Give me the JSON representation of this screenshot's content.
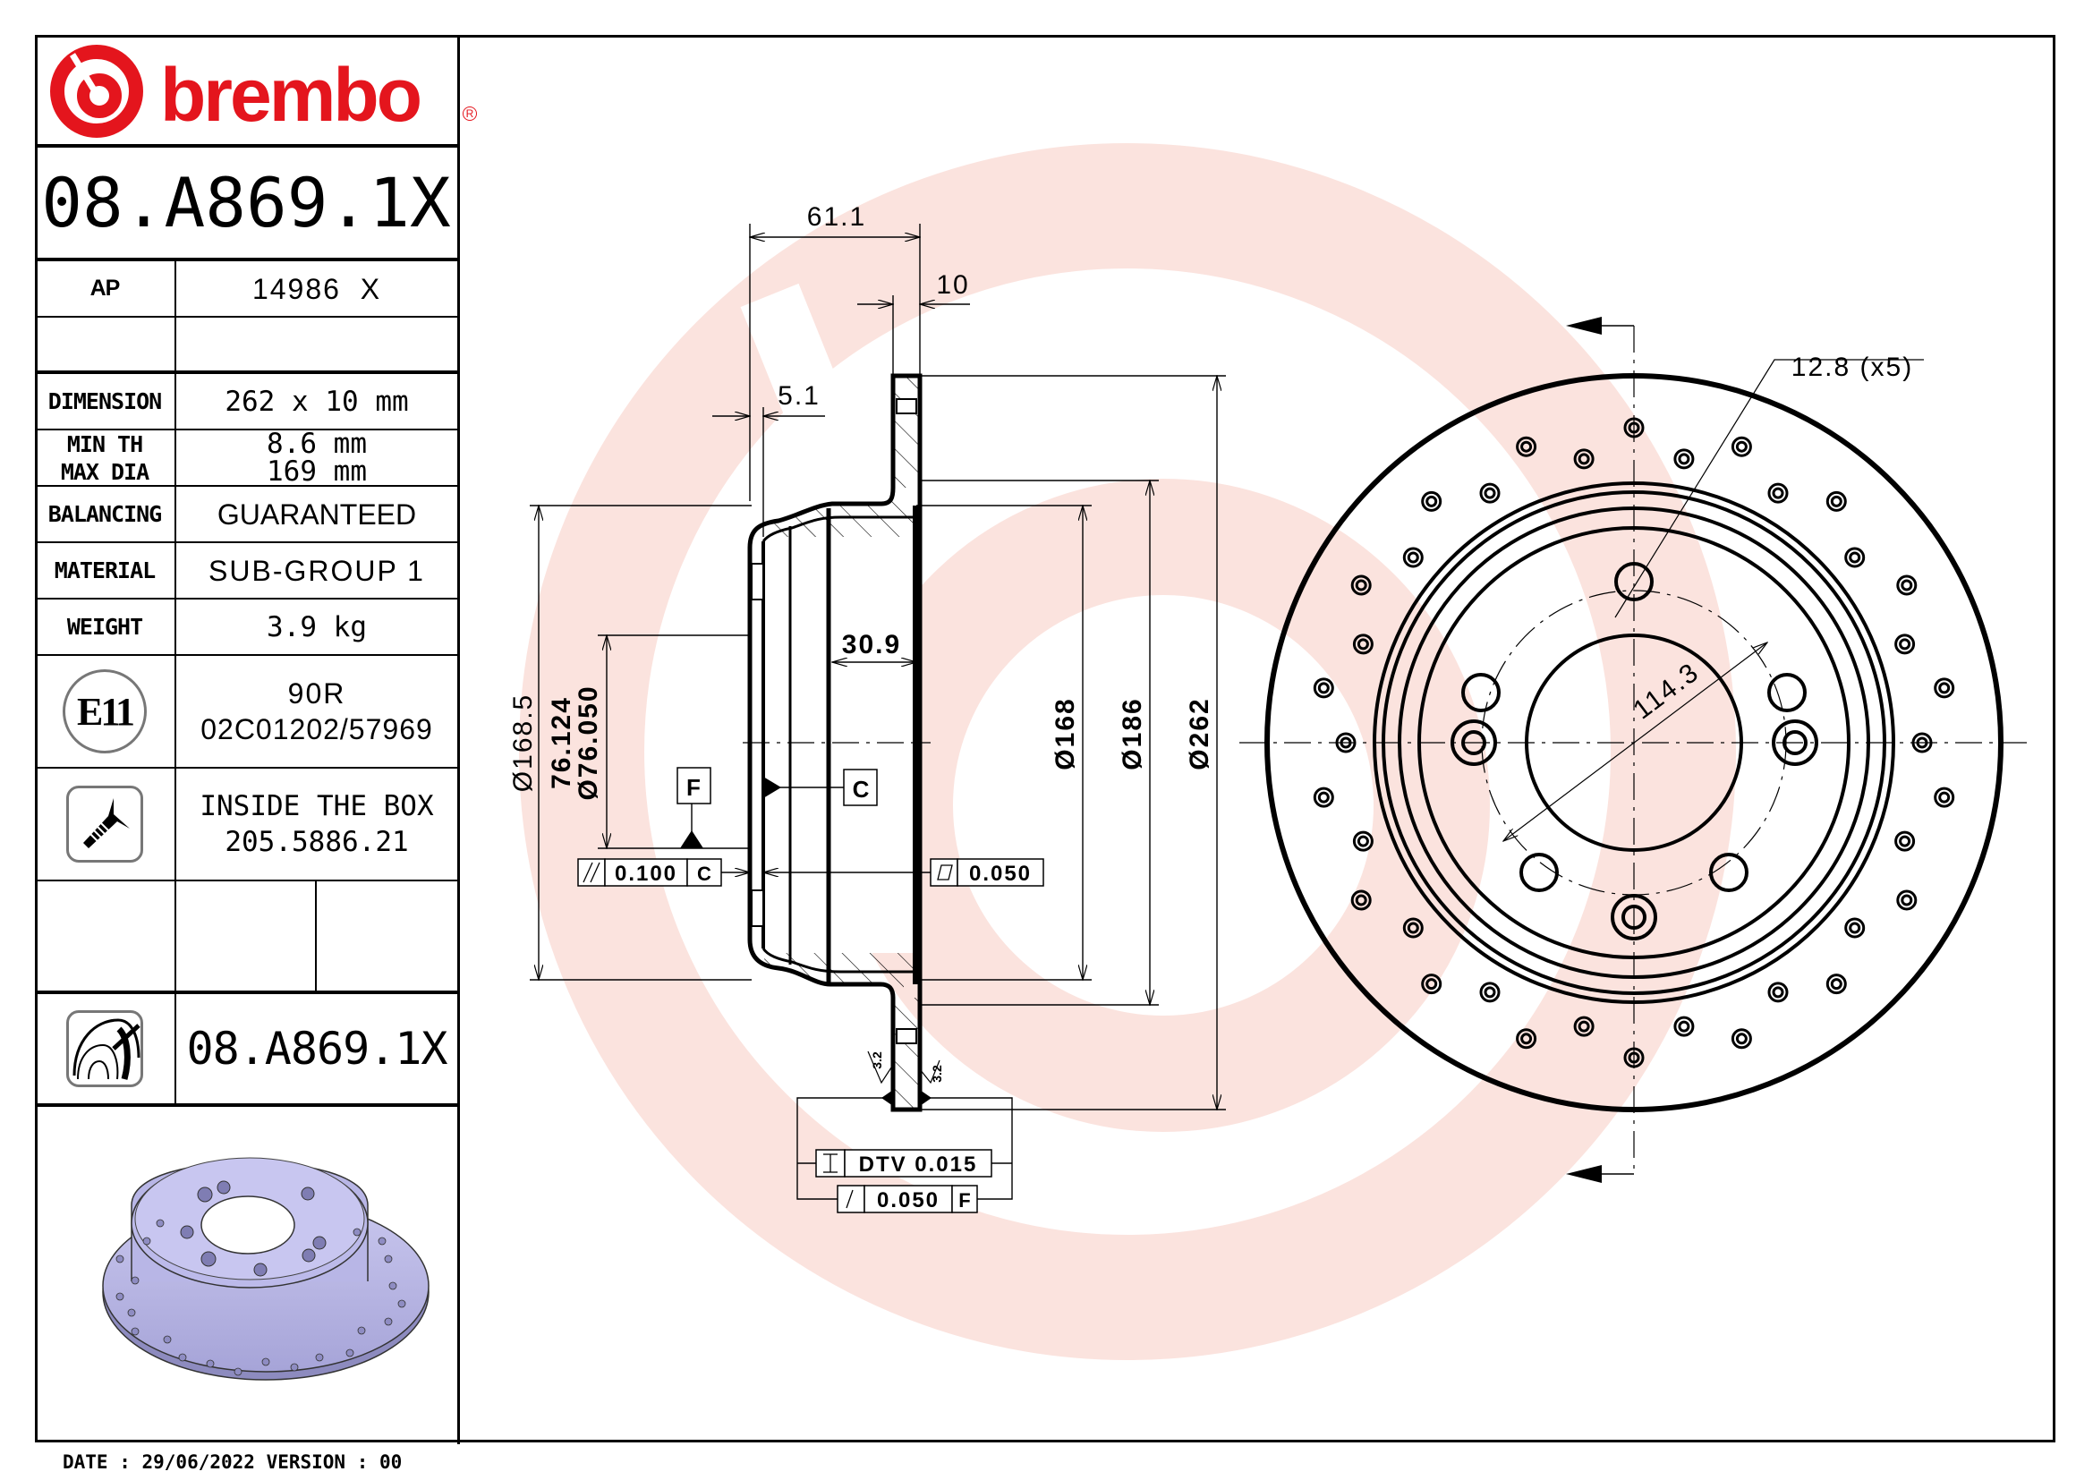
{
  "brand": {
    "name": "brembo",
    "registered_mark": "R",
    "color": "#e4151d",
    "watermark_color": "#f9d9d3"
  },
  "header": {
    "part_number": "08.A869.1X"
  },
  "spec_table": {
    "ap": {
      "label": "AP",
      "value": "14986  X"
    },
    "dimension": {
      "label": "DIMENSION",
      "value": "262 x 10 mm"
    },
    "min_th": {
      "label": "MIN TH",
      "value": "8.6 mm"
    },
    "max_dia": {
      "label": "MAX DIA",
      "value": "169 mm"
    },
    "balancing": {
      "label": "BALANCING",
      "value": "GUARANTEED"
    },
    "material": {
      "label": "MATERIAL",
      "value": "SUB-GROUP 1"
    },
    "weight": {
      "label": "WEIGHT",
      "value": "3.9 kg"
    },
    "homologation": {
      "icon": "E11",
      "line1": "90R",
      "line2": "02C01202/57969"
    },
    "inside_box": {
      "icon": "screw-icon",
      "line1": "INSIDE THE BOX",
      "line2": "205.5886.21"
    },
    "kit": {
      "icon": "disc-icon",
      "part_number": "08.A869.1X"
    }
  },
  "drawing": {
    "section_dims": {
      "overall_height": "61.1",
      "thickness": "10",
      "hat_wall": "5.1",
      "hat_depth": "30.9",
      "dia_168_5": "168.5",
      "dia_76_124": "76.124",
      "dia_76_050": "76.050",
      "dia_168": "168",
      "dia_186": "186",
      "dia_262": "262",
      "roughness_1": "3.2",
      "roughness_2": "3.2"
    },
    "datums": {
      "f": "F",
      "c": "C"
    },
    "tolerances": {
      "parallelism": {
        "symbol": "//",
        "value": "0.100",
        "datum": "C"
      },
      "flatness": {
        "symbol": "flatness",
        "value": "0.050"
      },
      "dtv": {
        "symbol": "I",
        "value": "DTV 0.015"
      },
      "runout": {
        "symbol": "/",
        "value": "0.050",
        "datum": "F"
      }
    },
    "front_dims": {
      "bolt_hole": "12.8 (x5)",
      "pcd": "114.3"
    },
    "diameter_symbol": "Ø"
  },
  "footer": {
    "text": "DATE : 29/06/2022 VERSION : 00"
  }
}
